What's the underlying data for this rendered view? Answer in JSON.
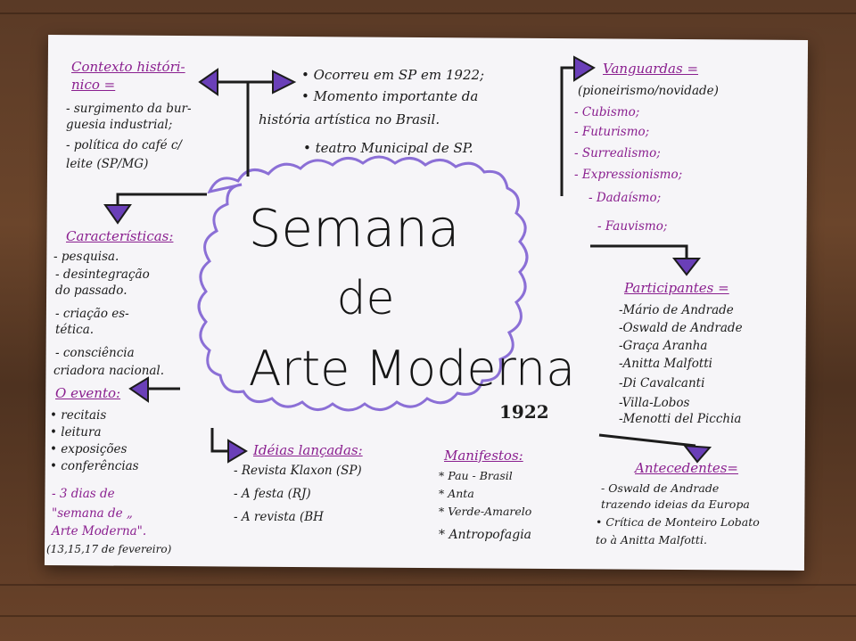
{
  "title": {
    "line1": "Semana",
    "line2": "de",
    "line3": "Arte Moderna",
    "year": "1922"
  },
  "contexto": {
    "header_l1": "Contexto históri-",
    "header_l2": "nico =",
    "items": [
      "- surgimento da bur-",
      "guesia industrial;",
      "- política do café c/",
      "leite (SP/MG)"
    ]
  },
  "center_top": {
    "items": [
      "• Ocorreu em SP em 1922;",
      "• Momento importante da",
      "história artística no Brasil.",
      "• teatro Municipal de SP."
    ]
  },
  "vanguardas": {
    "header": "Vanguardas =",
    "subheader": "(pioneirismo/novidade)",
    "items": [
      "- Cubismo;",
      "- Futurismo;",
      "- Surrealismo;",
      "- Expressionismo;",
      "- Dadaísmo;",
      "- Fauvismo;"
    ]
  },
  "caracteristicas": {
    "header": "Características:",
    "items": [
      "- pesquisa.",
      "- desintegração",
      "do passado.",
      "- criação es-",
      "tética.",
      "- consciência",
      "criadora nacional."
    ]
  },
  "participantes": {
    "header": "Participantes =",
    "items": [
      "-Mário de Andrade",
      "-Oswald de Andrade",
      "-Graça Aranha",
      "-Anitta Malfotti",
      "-Di Cavalcanti",
      "-Villa-Lobos",
      "-Menotti del Picchia"
    ]
  },
  "evento": {
    "header": "O evento:",
    "items": [
      "• recitais",
      "• leitura",
      "• exposições",
      "• conferências"
    ],
    "note": [
      "- 3 dias de",
      "\"semana de „",
      "Arte Moderna\".",
      "(13,15,17 de fevereiro)"
    ]
  },
  "ideias": {
    "header": "Idéias lançadas:",
    "items": [
      "- Revista Klaxon (SP)",
      "- A festa (RJ)",
      "- A revista (BH"
    ]
  },
  "manifestos": {
    "header": "Manifestos:",
    "items": [
      "* Pau - Brasil",
      "* Anta",
      "* Verde-Amarelo",
      "* Antropofagia"
    ]
  },
  "antecedentes": {
    "header": "Antecedentes=",
    "items": [
      "- Oswald de Andrade",
      "trazendo ideias da Europa",
      "• Crítica de Monteiro Lobato",
      "to à Anitta Malfotti."
    ]
  },
  "colors": {
    "purple_ink": "#8a1f8f",
    "cloud_outline": "#8b6fd6",
    "arrow_fill": "#6a3fb8",
    "black_ink": "#1c1c1c"
  }
}
